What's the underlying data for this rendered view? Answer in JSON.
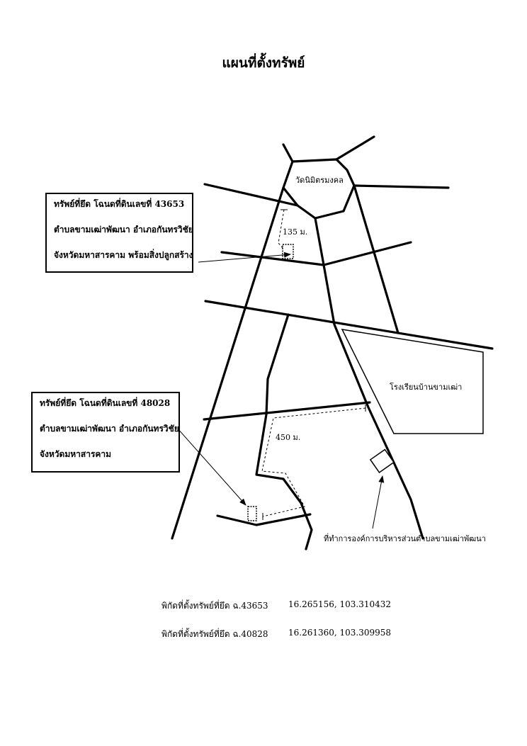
{
  "title": "แผนที่ตั้งทรัพย์",
  "landmarks": {
    "temple": "วัดนิมิตรมงคล",
    "school": "โรงเรียนบ้านขามเฒ่า",
    "sao_office": "ที่ทำการองค์การบริหารส่วนตำบลขามเฒ่าพัฒนา"
  },
  "distances": {
    "north_path": "135 ม.",
    "south_path": "450 ม."
  },
  "property_a": {
    "line1": "ทรัพย์ที่ยึด โฉนดที่ดินเลขที่ 43653",
    "line2": "ตำบลขามเฒ่าพัฒนา   อำเภอกันทรวิชัย",
    "line3": "จังหวัดมหาสารคาม  พร้อมสิ่งปลูกสร้าง"
  },
  "property_b": {
    "line1": "ทรัพย์ที่ยึด โฉนดที่ดินเลขที่ 48028",
    "line2": "ตำบลขามเฒ่าพัฒนา   อำเภอกันทรวิชัย",
    "line3": "จังหวัดมหาสารคาม"
  },
  "coordinates": [
    {
      "label": "พิกัดที่ตั้งทรัพย์ที่ยึด ฉ.43653",
      "value": "16.265156, 103.310432"
    },
    {
      "label": "พิกัดที่ตั้งทรัพย์ที่ยึด ฉ.40828",
      "value": "16.261360, 103.309958"
    }
  ]
}
